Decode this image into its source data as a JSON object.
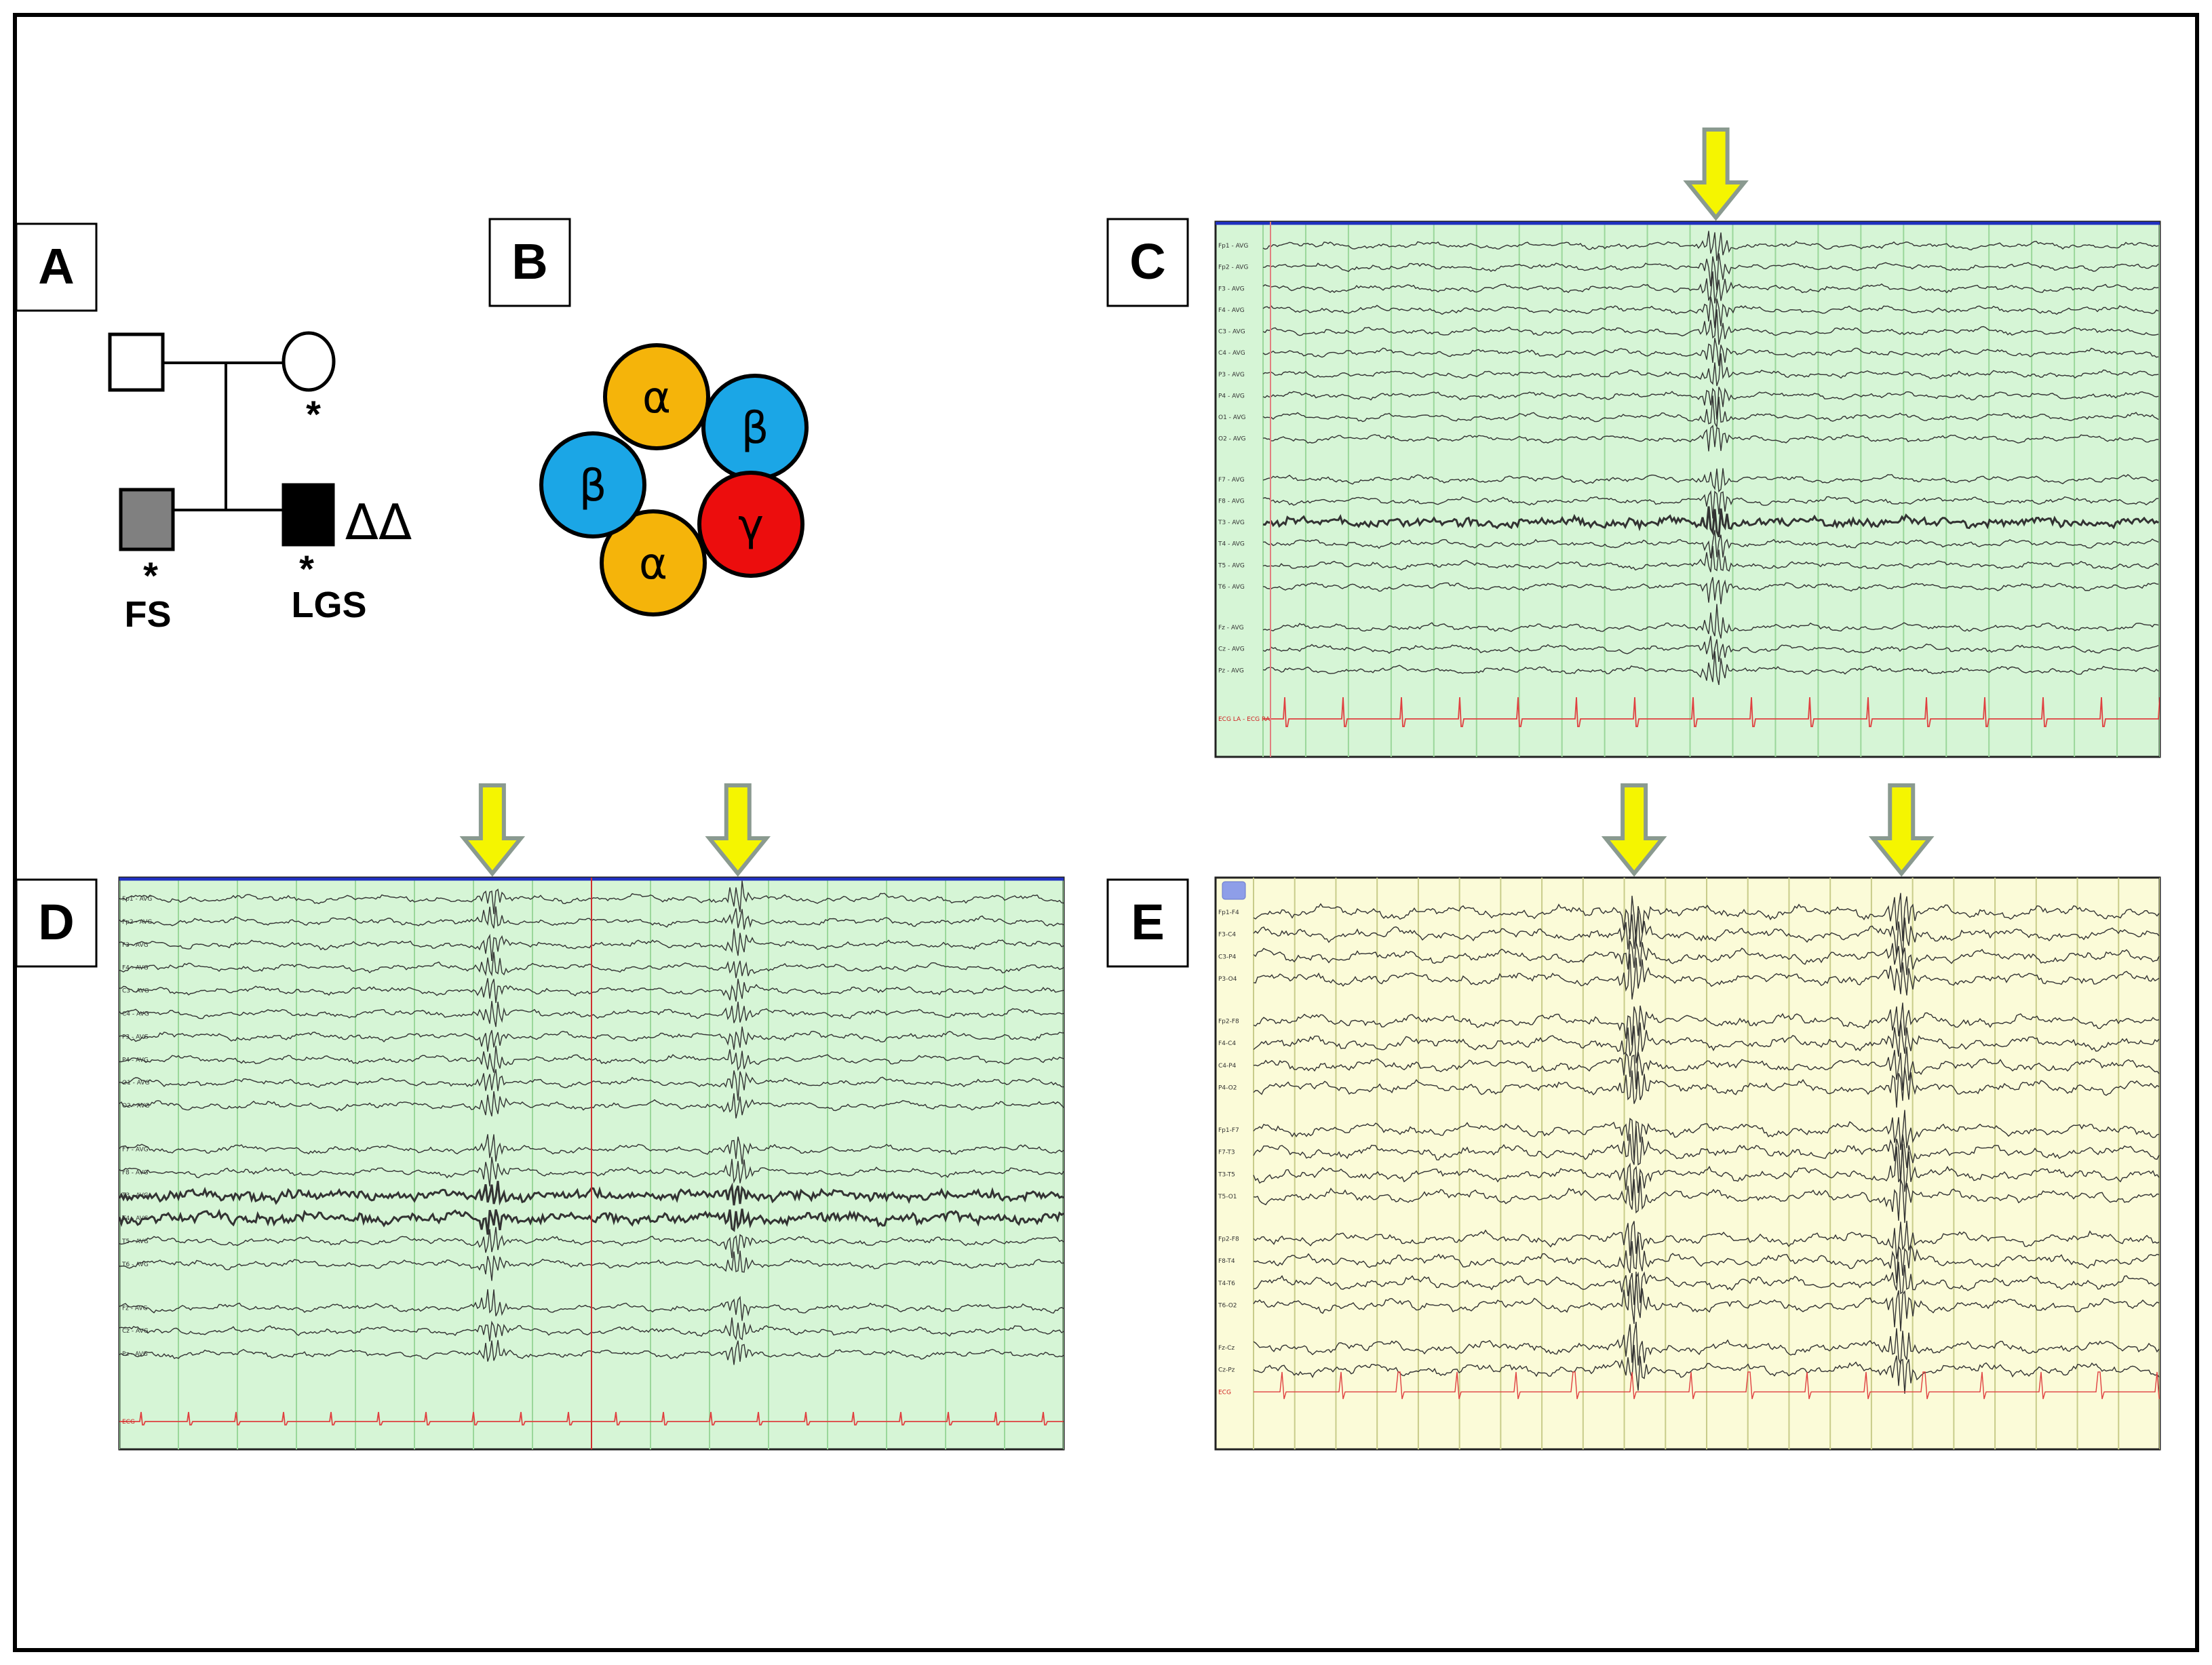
{
  "panels": [
    {
      "label": "A"
    },
    {
      "label": "B"
    },
    {
      "label": "C"
    },
    {
      "label": "D"
    },
    {
      "label": "E"
    }
  ],
  "pedigree": {
    "mother_mark": "*",
    "sib_mark": "*",
    "proband_mark": "*",
    "sib_label": "FS",
    "proband_label": "LGS",
    "deletion_label": "ΔΔ",
    "colors": {
      "sib": "#808080",
      "proband": "#000000"
    }
  },
  "receptor": {
    "subunits": [
      {
        "label": "α",
        "color": "#f5b40a"
      },
      {
        "label": "β",
        "color": "#1ba6e6"
      },
      {
        "label": "γ",
        "color": "#ec0d0d"
      },
      {
        "label": "α",
        "color": "#f5b40a"
      },
      {
        "label": "β",
        "color": "#1ba6e6"
      }
    ]
  },
  "eeg": {
    "arrow_color": "#f5f500",
    "C": {
      "background": "#d6f5d6",
      "channels": [
        "Fp1 - AVG",
        "Fp2 - AVG",
        "F3 - AVG",
        "F4 - AVG",
        "C3 - AVG",
        "C4 - AVG",
        "P3 - AVG",
        "P4 - AVG",
        "O1 - AVG",
        "O2 - AVG",
        "F7 - AVG",
        "F8 - AVG",
        "T3 - AVG",
        "T4 - AVG",
        "T5 - AVG",
        "T6 - AVG",
        "Fz - AVG",
        "Cz - AVG",
        "Pz - AVG"
      ],
      "ecg_label": "ECG LA - ECG RA",
      "discharges": [
        0.505
      ]
    },
    "D": {
      "background": "#d6f5d6",
      "channels": [
        "Fp1 - AVG",
        "Fp2 - AVG",
        "F3 - AVG",
        "F4 - AVG",
        "C3 - AVG",
        "C4 - AVG",
        "P3 - AVG",
        "P4 - AVG",
        "O1 - AVG",
        "O2 - AVG",
        "F7 - AVG",
        "F8 - AVG",
        "T3 - AVG",
        "T4 - AVG",
        "T5 - AVG",
        "T6 - AVG",
        "Fz - AVG",
        "Cz - AVG",
        "Pz - AVG"
      ],
      "ecg_label": "ECG",
      "discharges": [
        0.395,
        0.655
      ]
    },
    "E": {
      "background": "#fbfbd8",
      "channels": [
        "Fp1-F4",
        "F3-C4",
        "C3-P4",
        "P3-O4",
        "Fp2-F8",
        "F4-C4",
        "C4-P4",
        "P4-O2",
        "Fp1-F7",
        "F7-T3",
        "T3-T5",
        "T5-O1",
        "Fp2-F8",
        "F8-T4",
        "T4-T6",
        "T6-O2",
        "Fz-Cz",
        "Cz-Pz",
        "ECG"
      ],
      "discharges": [
        0.42,
        0.715
      ]
    }
  }
}
